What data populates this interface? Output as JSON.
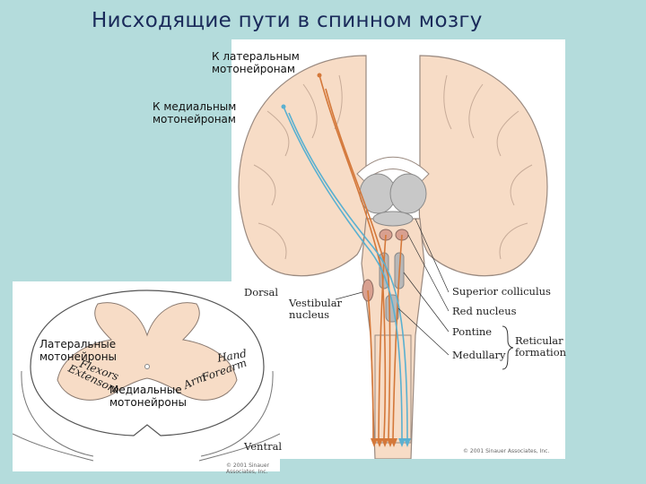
{
  "slide": {
    "title": "Нисходящие пути в спинном мозгу"
  },
  "brain_figure": {
    "label_lateral": "К латеральным мотонейронам",
    "label_medial": "К медиальным мотонейронам",
    "vestibular_nucleus": "Vestibular nucleus",
    "superior_colliculus": "Superior colliculus",
    "red_nucleus": "Red nucleus",
    "pontine": "Pontine",
    "medullary": "Medullary",
    "reticular_formation": "Reticular formation",
    "copyright": "© 2001 Sinauer Associates, Inc."
  },
  "cord_figure": {
    "dorsal": "Dorsal",
    "ventral": "Ventral",
    "lateral_motoneurons": "Латеральные мотонейроны",
    "medial_motoneurons": "Медиальные мотонейроны",
    "hand": "Hand",
    "forearm": "Forearm",
    "arm": "Arm",
    "flexors": "Flexors",
    "extensors": "Extensors",
    "copyright": "© 2001 Sinauer Associates, Inc."
  },
  "colors": {
    "background": "#b4dcdc",
    "tissue": "#f7dcc6",
    "tissue_outline": "#9a8a80",
    "lateral_path": "#d4783a",
    "medial_path": "#5ab0d0",
    "nuclei": "#c8c8c8",
    "title": "#1a2a5a"
  }
}
